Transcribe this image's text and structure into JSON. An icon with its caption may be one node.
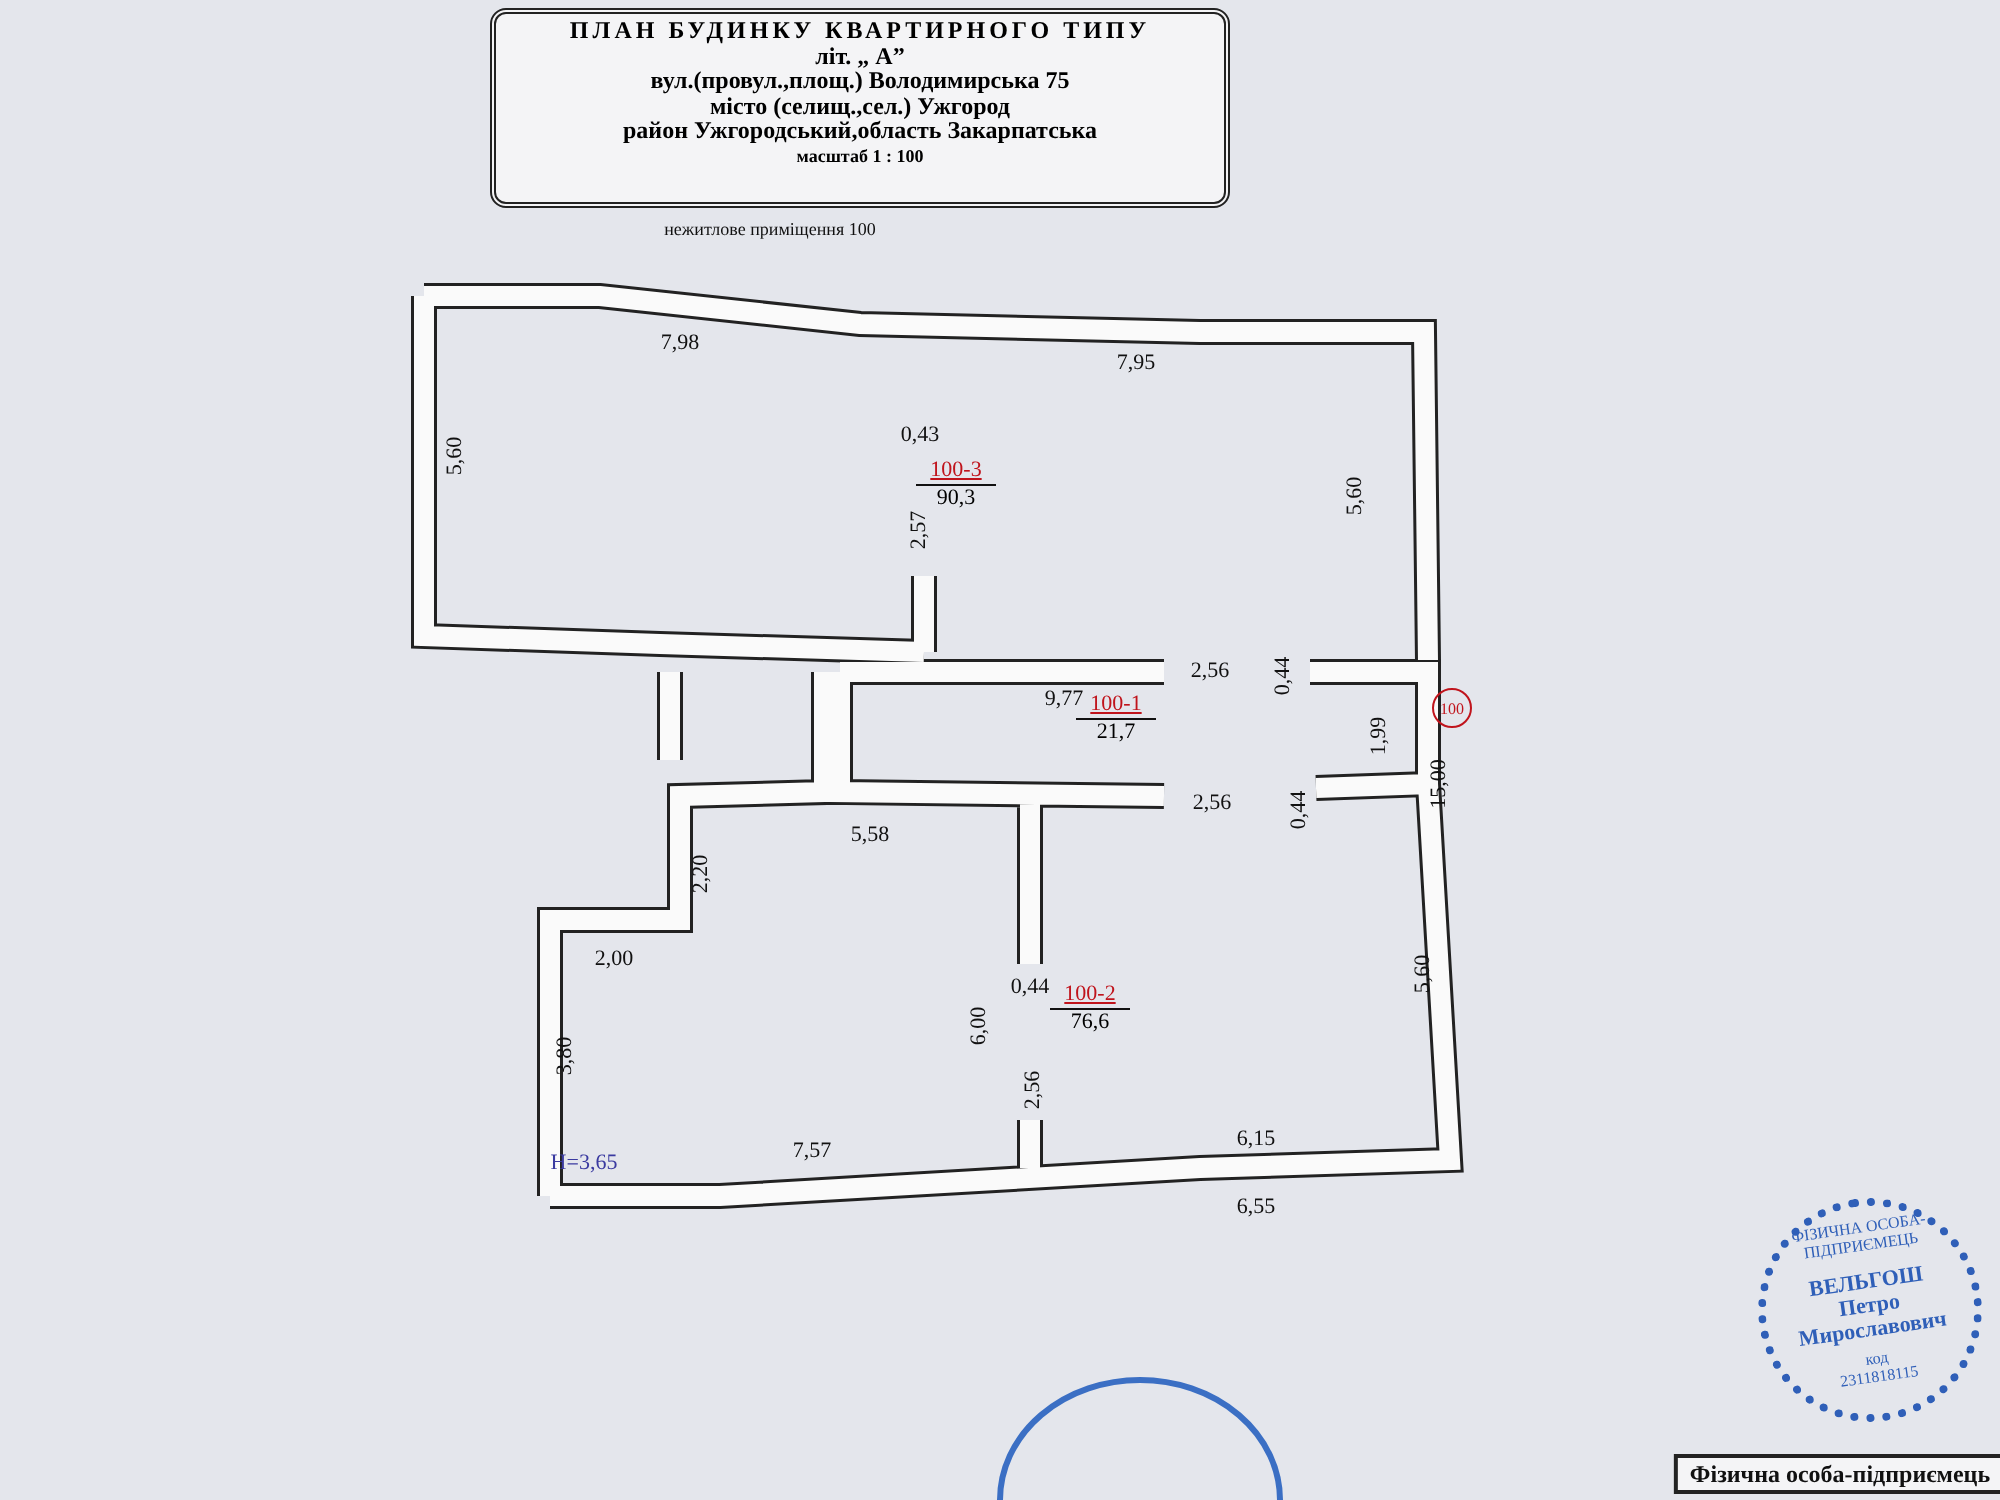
{
  "diagram": {
    "nodes": [
      {
        "text": [
          "ПЛАН БУДИНКУ КВАРТИРНОГО ТИПУ",
          "літ. „ А”",
          "вул.(провул.,площ.) Володимирська 75",
          "місто (селищ.,сел.) Ужгород",
          "район Ужгородський,область Закарпатська",
          "масштаб 1 : 100"
        ]
      },
      {
        "text": [
          "100-3",
          "90,3"
        ]
      },
      {
        "text": [
          "100-1",
          "21,7"
        ]
      },
      {
        "text": [
          "100-2",
          "76,6"
        ]
      },
      {
        "text": [
          "100"
        ]
      },
      {
        "text": [
          "ФІЗИЧНА ОСОБА-ПІДПРИЄМЕЦЬ",
          "ВЕЛЬГОШ Петро Мирославович",
          "код",
          "2311818115"
        ]
      }
    ],
    "edges": [],
    "labels": [
      "нежитлове приміщення 100",
      "7,98",
      "7,95",
      "0,43",
      "5,60",
      "2,57",
      "5,60",
      "9,77",
      "2,56",
      "0,44",
      "1,99",
      "15,00",
      "5,58",
      "2,56",
      "0,44",
      "2,20",
      "0,44",
      "2,00",
      "6,00",
      "5,60",
      "3,80",
      "2,56",
      "H=3,65",
      "7,57",
      "6,15",
      "6,55",
      "Фізична особа-підприємець"
    ]
  }
}
